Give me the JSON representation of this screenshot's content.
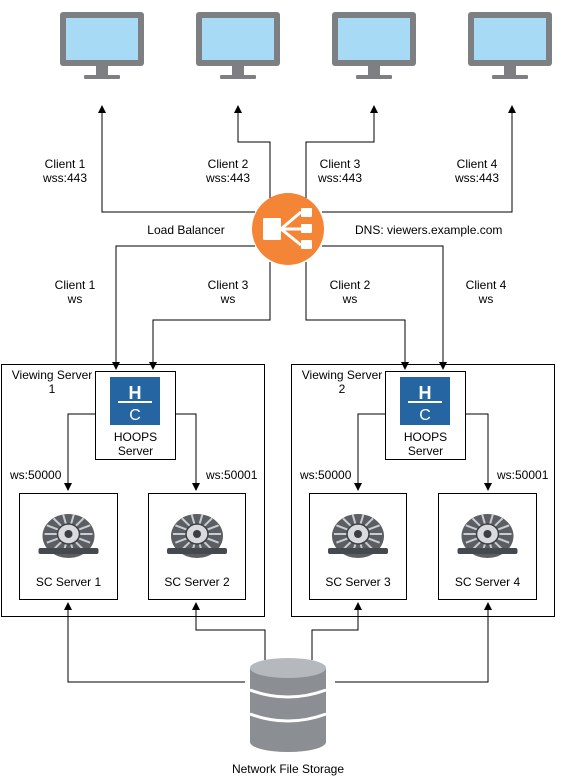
{
  "colors": {
    "monitor_frame": "#7d7f82",
    "monitor_screen": "#a6daf5",
    "load_balancer": "#f58536",
    "hoops_blue": "#1f5d98",
    "storage_gray": "#8b8f94"
  },
  "clients": [
    {
      "name": "Client 1",
      "protocol": "wss:443"
    },
    {
      "name": "Client 2",
      "protocol": "wss:443"
    },
    {
      "name": "Client 3",
      "protocol": "wss:443"
    },
    {
      "name": "Client 4",
      "protocol": "wss:443"
    }
  ],
  "load_balancer": {
    "label": "Load Balancer",
    "dns": "DNS: viewers.example.com",
    "icon": "load-balancer-icon"
  },
  "lb_links": [
    {
      "name": "Client 1",
      "protocol": "ws"
    },
    {
      "name": "Client 3",
      "protocol": "ws"
    },
    {
      "name": "Client 2",
      "protocol": "ws"
    },
    {
      "name": "Client 4",
      "protocol": "ws"
    }
  ],
  "viewing_servers": [
    {
      "title_line1": "Viewing Server",
      "title_line2": "1",
      "hoops_line1": "HOOPS",
      "hoops_line2": "Server",
      "port_left": "ws:50000",
      "port_right": "ws:50001",
      "sc_servers": [
        "SC Server 1",
        "SC Server 2"
      ]
    },
    {
      "title_line1": "Viewing Server",
      "title_line2": "2",
      "hoops_line1": "HOOPS",
      "hoops_line2": "Server",
      "port_left": "ws:50000",
      "port_right": "ws:50001",
      "sc_servers": [
        "SC Server 3",
        "SC Server 4"
      ]
    }
  ],
  "storage": {
    "label": "Network File Storage",
    "icon": "database-icon"
  }
}
